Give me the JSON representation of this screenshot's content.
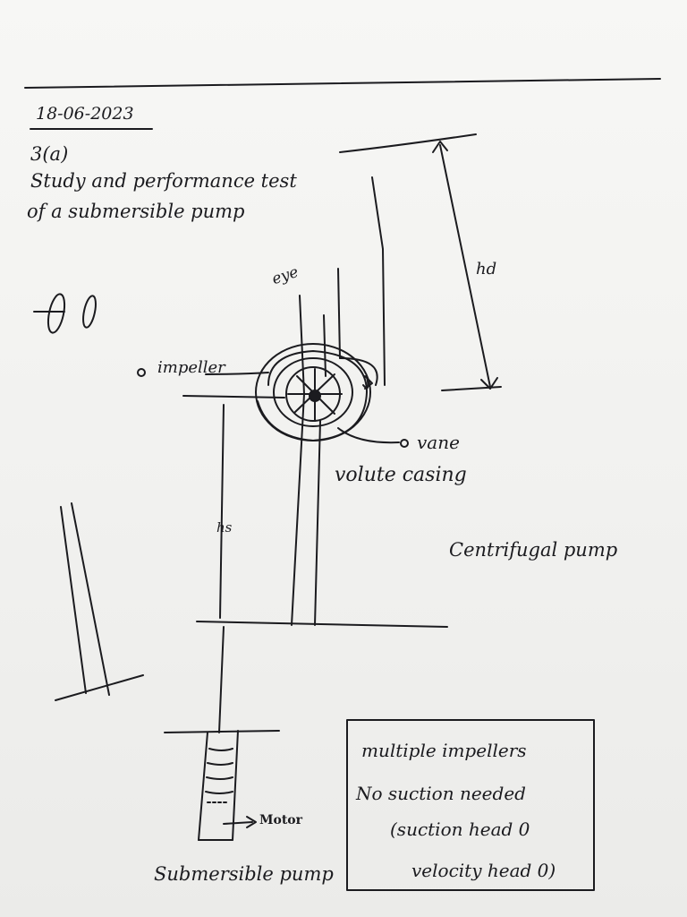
{
  "header": {
    "date": "18-06-2023",
    "section": "3(a)",
    "title_line1": "Study and performance test",
    "title_line2": "of a submersible pump"
  },
  "centrifugal": {
    "eye_label": "eye",
    "impeller_label": "impeller",
    "vane_label": "vane",
    "volute_label": "volute casing",
    "hd_label": "hd",
    "hs_label": "hs",
    "caption": "Centrifugal pump"
  },
  "submersible": {
    "motor_label": "Motor",
    "caption": "Submersible pump"
  },
  "notes": {
    "line1": "multiple impellers",
    "line2": "No suction needed",
    "line3": "(suction head 0",
    "line4": "velocity head 0)"
  },
  "colors": {
    "ink": "#1b1b1f",
    "paper": "#f4f4f2"
  }
}
